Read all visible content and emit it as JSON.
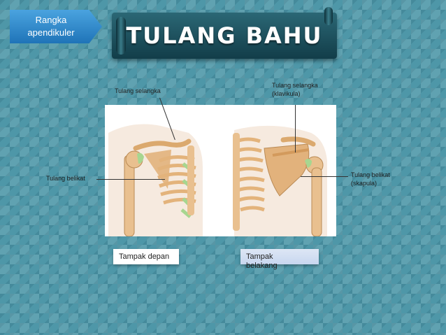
{
  "badge": {
    "line1": "Rangka",
    "line2": "apendikuler"
  },
  "banner": {
    "title": "TULANG BAHU"
  },
  "labels": {
    "front_clavicle": "Tulang selangka",
    "back_clavicle_line1": "Tulang selangka",
    "back_clavicle_line2": "(klavikula)",
    "front_scapula": "Tulang belikat",
    "back_scapula_line1": "Tulang belikat",
    "back_scapula_line2": "(skapula)"
  },
  "captions": {
    "front": "Tampak depan",
    "back_line1": "Tampak",
    "back_line2": "belakang"
  },
  "colors": {
    "bone": "#e9c08f",
    "cartilage": "#a7d690",
    "accent": "#1f74b8"
  }
}
